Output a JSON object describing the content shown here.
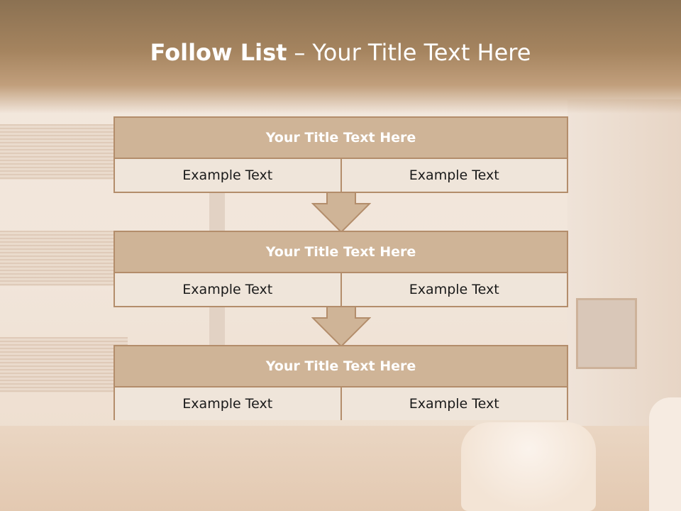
{
  "slide": {
    "title_bold": "Follow List",
    "title_dash": "–",
    "title_rest": "Your Title Text Here"
  },
  "blocks": [
    {
      "title": "Your Title Text Here",
      "left": "Example Text",
      "right": "Example Text"
    },
    {
      "title": "Your Title Text Here",
      "left": "Example Text",
      "right": "Example Text"
    },
    {
      "title": "Your Title Text Here",
      "left": "Example Text",
      "right": "Example Text"
    }
  ],
  "colors": {
    "header": "#a5845f",
    "box_border": "#b38d6b",
    "box_header": "#cfb497",
    "arrow_fill": "#cfb497"
  }
}
